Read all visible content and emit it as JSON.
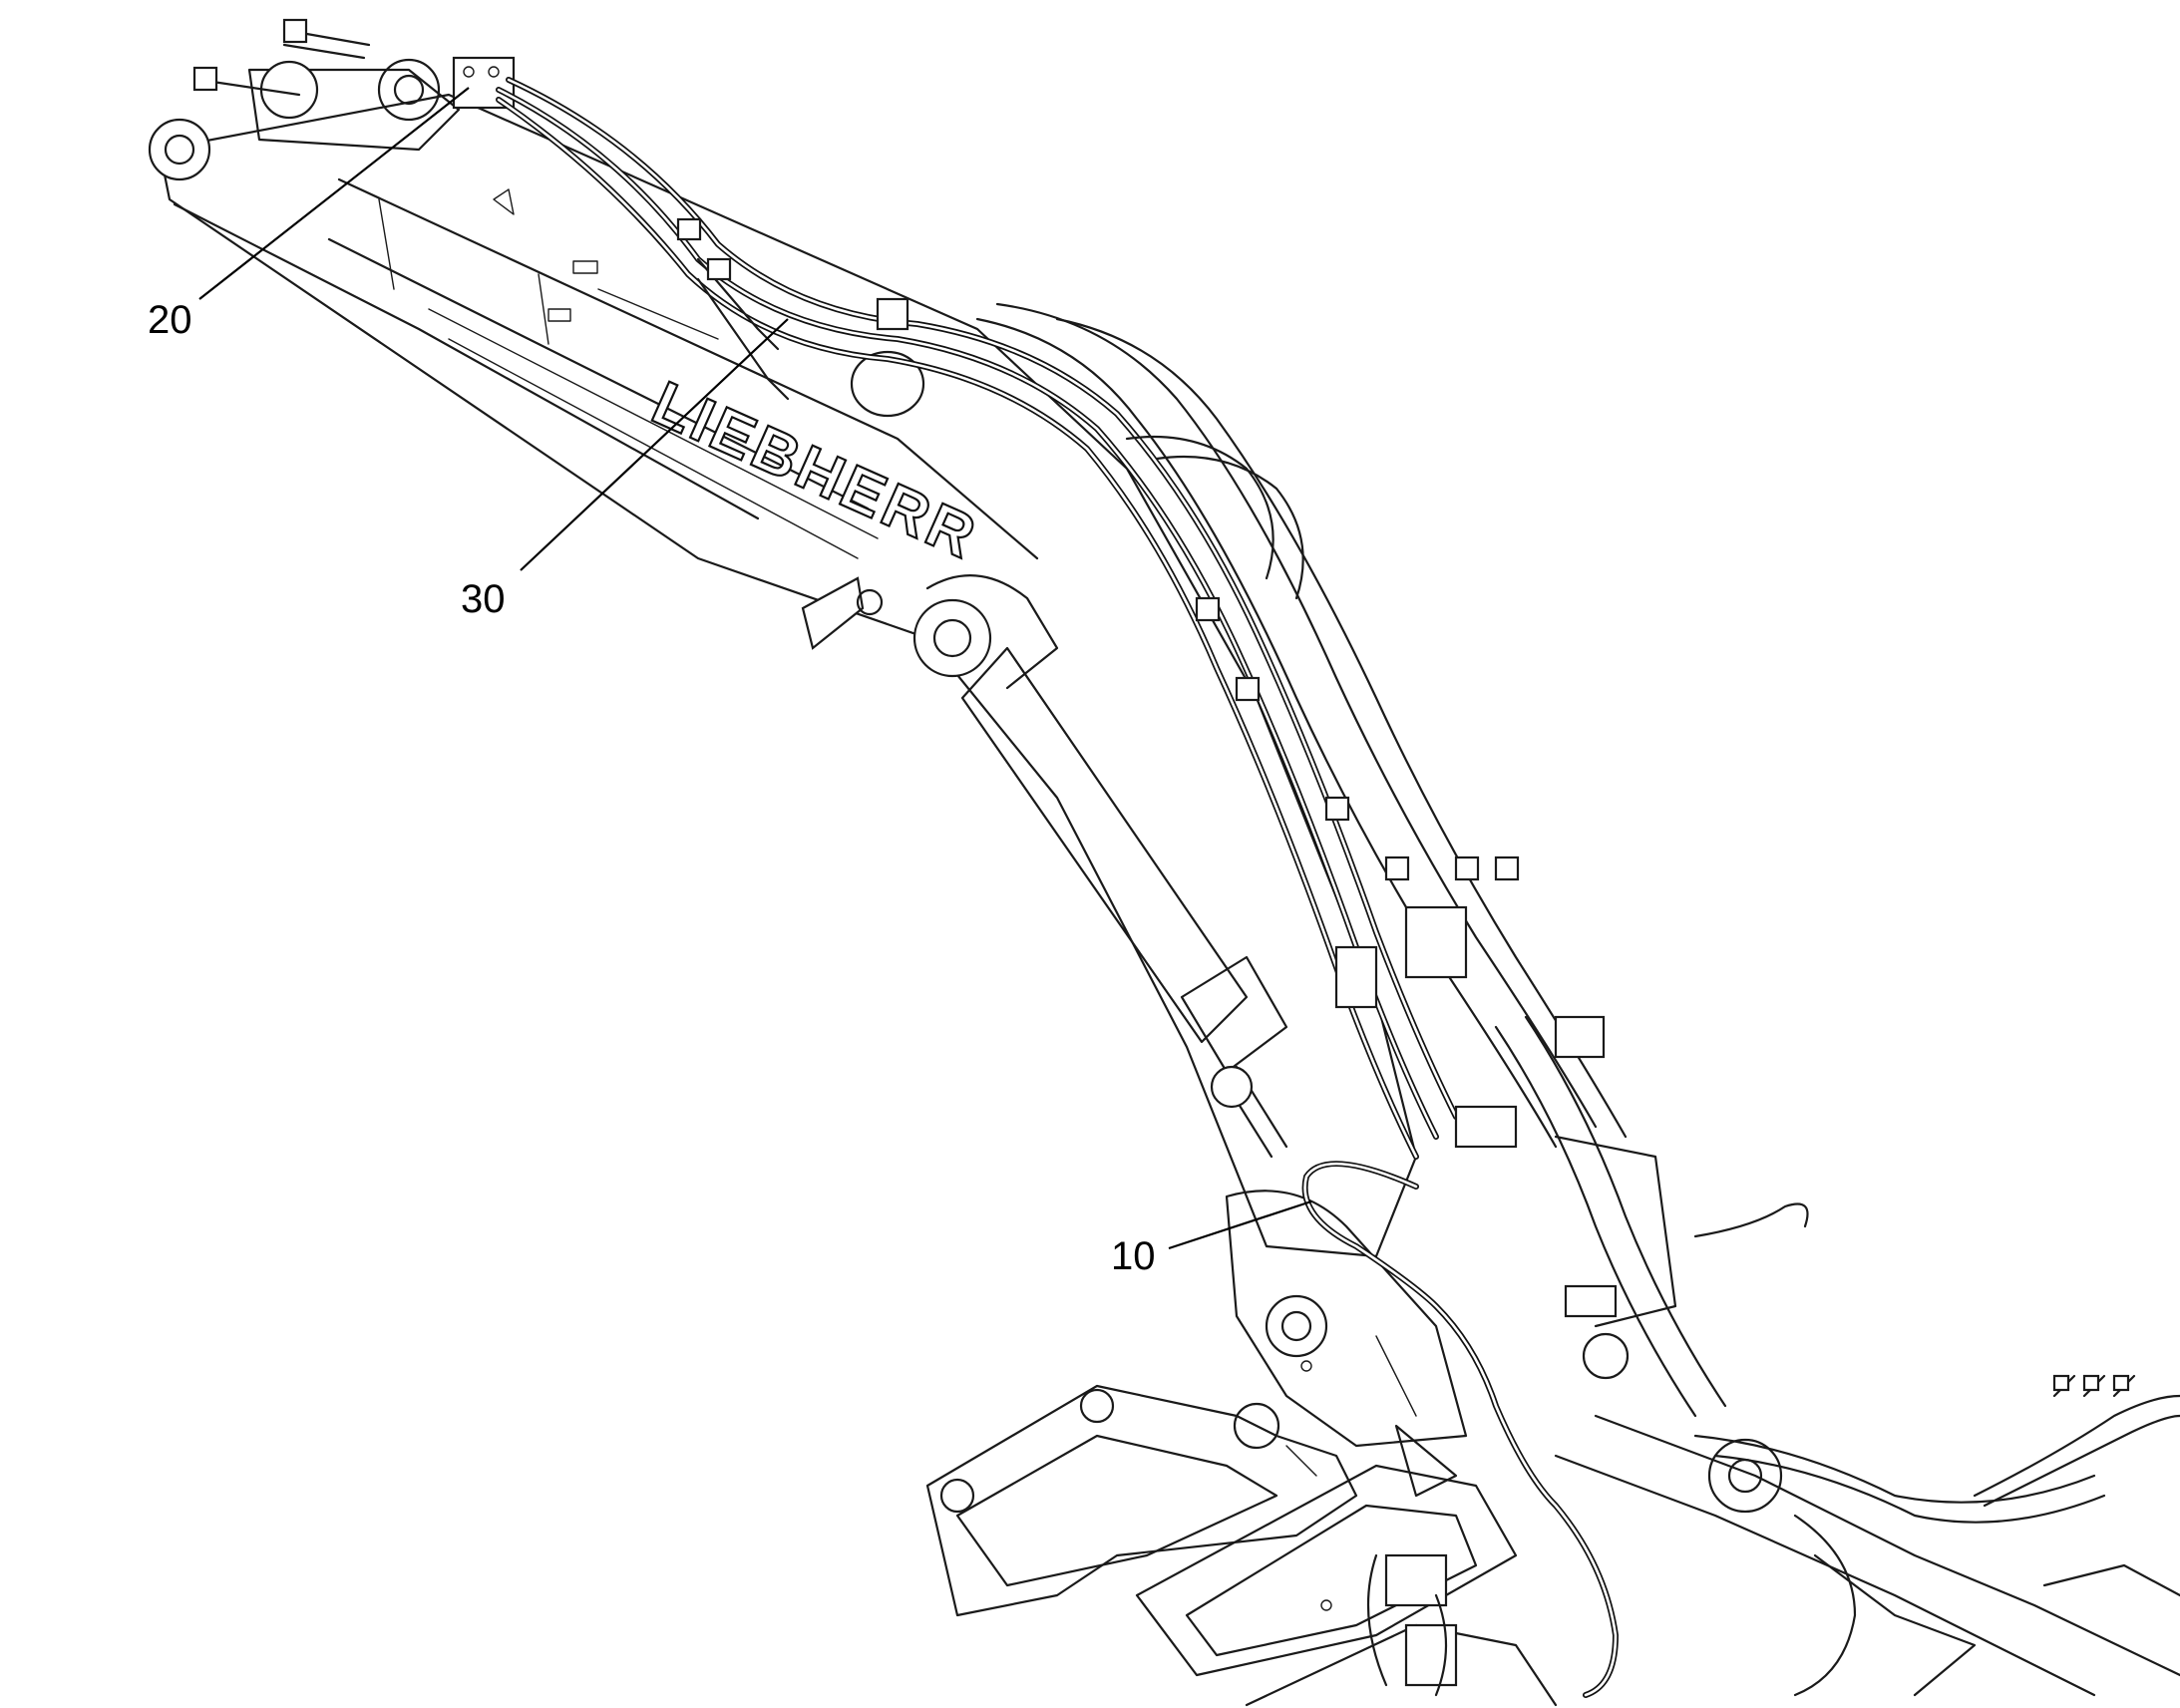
{
  "brand_lettering": "LIEBHERR",
  "callouts": [
    {
      "id": "c20",
      "label": "20"
    },
    {
      "id": "c30",
      "label": "30"
    },
    {
      "id": "c10",
      "label": "10"
    }
  ]
}
